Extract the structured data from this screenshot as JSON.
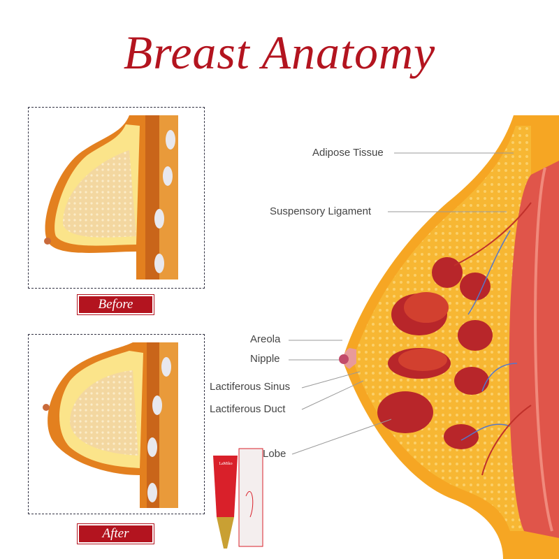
{
  "title": "Breast Anatomy",
  "panels": {
    "before_label": "Before",
    "after_label": "After"
  },
  "diagram": {
    "labels": [
      "Adipose Tissue",
      "Suspensory Ligament",
      "Areola",
      "Nipple",
      "Lactiferous Sinus",
      "Lactiferous Duct",
      "Lobe"
    ]
  },
  "product": {
    "brand": "LaMiko"
  },
  "colors": {
    "accent": "#b3141f",
    "fat": "#f6c04a",
    "gland": "#c0302a",
    "muscle": "#e0554a"
  }
}
